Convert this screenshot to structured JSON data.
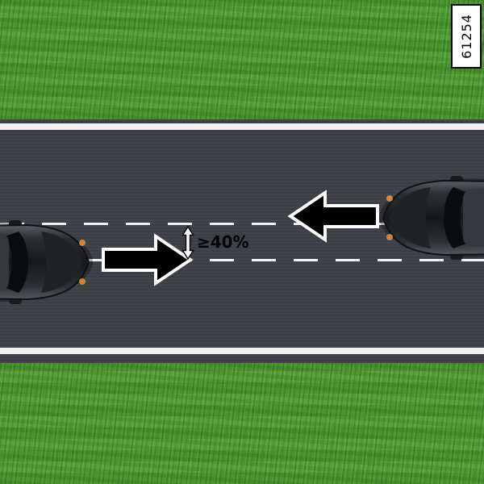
{
  "reference": {
    "number": "61254"
  },
  "diagram": {
    "overlap_label": "≥40%",
    "left_vehicle_direction": "right",
    "right_vehicle_direction": "left",
    "scene": "two vehicles approaching head-on with lateral overlap on a two-lane road"
  },
  "colors": {
    "grass": "#4c9d2f",
    "road": "#3d4046",
    "edge_line": "#f2f2f2",
    "lane_dash": "#f5f5f5",
    "arrow_fill": "#000000",
    "arrow_outline": "#ffffff",
    "label_text": "#000000",
    "car_body": "#26282b",
    "headlight": "#c9883f",
    "reference_box_bg": "#ffffff",
    "reference_box_border": "#000000"
  },
  "icons": {
    "left_car": "car-top-view-icon",
    "right_car": "car-top-view-icon",
    "forward_arrow": "arrow-right-icon",
    "oncoming_arrow": "arrow-left-icon",
    "overlap_extent": "vertical-double-arrow-icon"
  }
}
